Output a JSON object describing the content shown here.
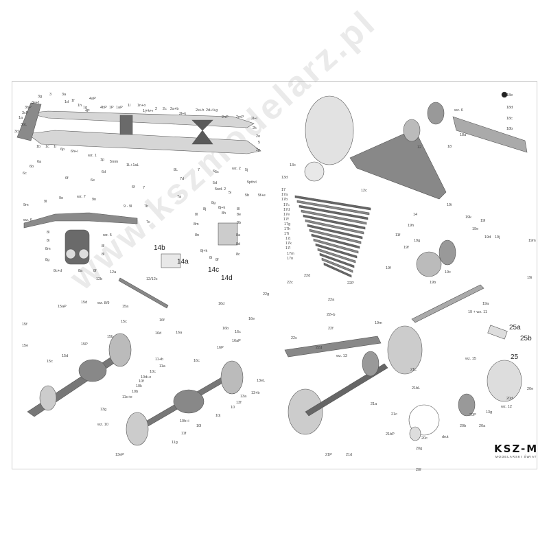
{
  "title": "Chassis assembly parts sheet",
  "logo": {
    "main": "KSZ-M",
    "sub": "MODELARSKI ŚWIAT"
  },
  "watermark": "www.kszmodelarz.pl",
  "colors": {
    "part_dark": "#5a5a5a",
    "part_mid": "#9a9a9a",
    "part_light": "#d6d6d6",
    "border": "#cfcfcf"
  },
  "labels": [
    "3g",
    "3",
    "3a",
    "3e+f",
    "3bP",
    "3cP",
    "1a",
    "3bL",
    "3d",
    "1b",
    "1c",
    "1i",
    "6p",
    "6h+i",
    "wz. 1",
    "1p",
    "5mm",
    "1L+1aL",
    "8L",
    "7",
    "6",
    "1d",
    "1f",
    "1h",
    "1g",
    "4aP",
    "4P",
    "4bP",
    "1P",
    "1aP",
    "1l",
    "1n+o",
    "1j+k+r",
    "2",
    "2c",
    "2a+b",
    "2l+k",
    "2e+h",
    "2d+f+g",
    "2nP",
    "2mP",
    "2l+l",
    "2k",
    "2o",
    "5",
    "2p",
    "6a",
    "6b",
    "6c",
    "6f",
    "6d",
    "6e",
    "6f",
    "7d",
    "7",
    "7a",
    "7b",
    "7c",
    "5c",
    "wz. 2",
    "5j",
    "5pthrl",
    "5d",
    "5wd. 2",
    "5i",
    "5b",
    "5f+e",
    "9m",
    "9l",
    "9o",
    "wz. 7",
    "9n",
    "9 - 9l",
    "wz. 6",
    "8l",
    "8i",
    "8m",
    "8g",
    "8c+d",
    "8a",
    "8f",
    "8l",
    "8l",
    "wz. 5",
    "8j",
    "8g",
    "8j+k",
    "8h",
    "8l",
    "8e",
    "8b",
    "8m",
    "8l",
    "8n",
    "8j+k",
    "8i",
    "8f",
    "8a",
    "8d",
    "8c",
    "14b",
    "14a",
    "14c",
    "14d",
    "12a",
    "12b",
    "12/12c",
    "15d",
    "wz. 8/9",
    "15a",
    "15aP",
    "15c",
    "15b",
    "15P",
    "15d",
    "15e",
    "15c",
    "15f",
    "16f",
    "16d",
    "16a",
    "16P",
    "16aP",
    "16b",
    "16d",
    "16e",
    "16c",
    "16c",
    "11a",
    "11+b",
    "10c",
    "10d+e",
    "10f",
    "10k",
    "10b",
    "11c+e",
    "13g",
    "10h+i",
    "10l",
    "11f",
    "11g",
    "13eP",
    "wz. 10",
    "13eL",
    "13f",
    "13a",
    "13+b",
    "10",
    "10j",
    "13c",
    "13d",
    "12c",
    "12",
    "wz. 6",
    "18e",
    "18d",
    "18c",
    "18b",
    "18a",
    "18",
    "14",
    "17",
    "17a",
    "17b",
    "17c",
    "17d",
    "17e",
    "17f",
    "17g",
    "17h",
    "17i",
    "17j",
    "17k",
    "17l",
    "17m",
    "17n",
    "19i",
    "19h",
    "19g",
    "19f",
    "19e",
    "19k",
    "19l",
    "19j",
    "19d",
    "19m",
    "19c",
    "19b",
    "19i",
    "19a",
    "19 + wz. 11",
    "19m",
    "19f",
    "11f",
    "22c",
    "22d",
    "22P",
    "22g",
    "22a",
    "22+b",
    "22f",
    "22d",
    "22c",
    "wz. 13",
    "21L",
    "21bL",
    "21a",
    "21c",
    "21bP",
    "21P",
    "21d",
    "25b",
    "25a",
    "25",
    "wz. 15",
    "20e",
    "20d",
    "wz. 12",
    "13g",
    "20P",
    "20a",
    "20b",
    "20c",
    "drut",
    "20g",
    "20f"
  ],
  "big_labels": [
    "14b",
    "14a",
    "14c",
    "14d",
    "25b",
    "25a",
    "25"
  ]
}
